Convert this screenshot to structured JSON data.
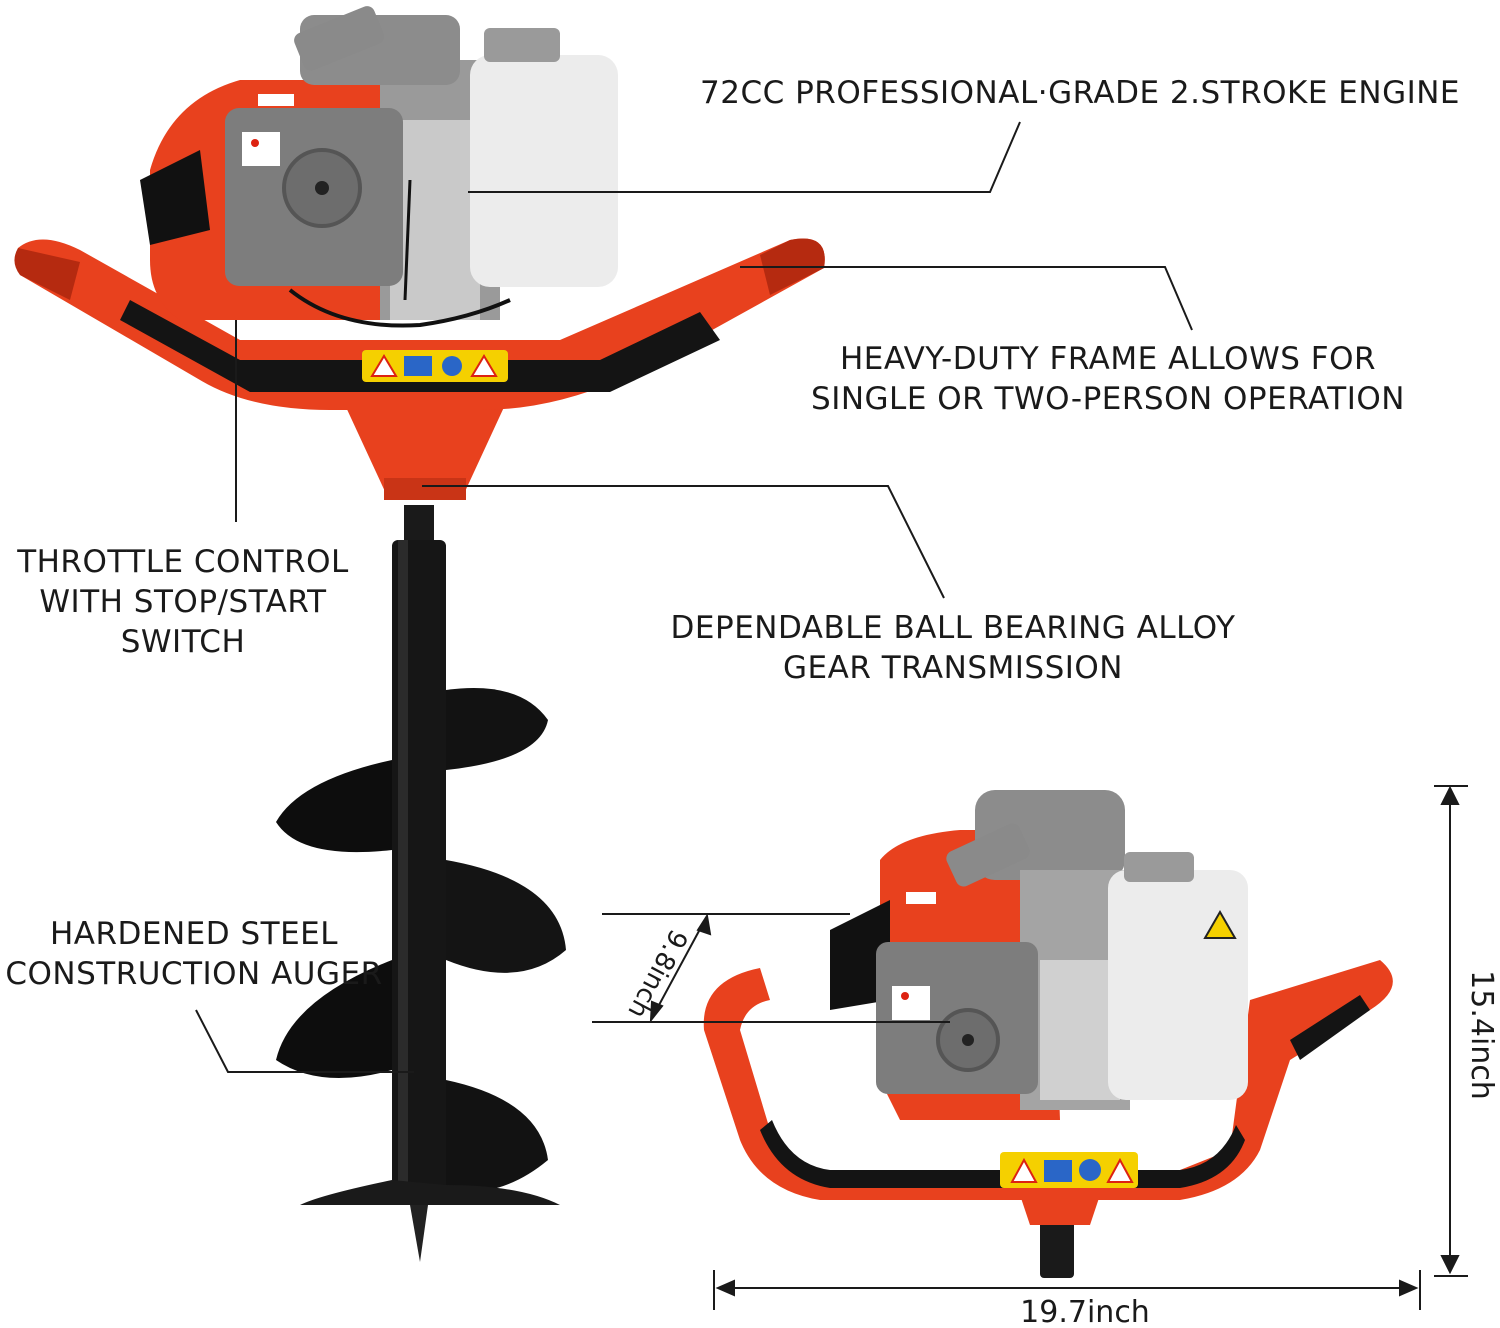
{
  "callouts": {
    "engine": "72CC PROFESSIONAL·GRADE 2.STROKE ENGINE",
    "frame": [
      "HEAVY-DUTY FRAME ALLOWS FOR",
      "SINGLE OR TWO-PERSON OPERATION"
    ],
    "throttle": [
      "THROTTLE CONTROL",
      "WITH STOP/START",
      "SWITCH"
    ],
    "transmission": [
      "DEPENDABLE BALL BEARING ALLOY",
      "GEAR TRANSMISSION"
    ],
    "auger": [
      "HARDENED STEEL",
      "CONSTRUCTION AUGER"
    ]
  },
  "dimensions": {
    "depth": "9.8inch",
    "height": "15.4inch",
    "width": "19.7inch"
  },
  "colors": {
    "body_orange": "#e8411e",
    "dark_orange": "#b52a10",
    "grey_housing": "#8a8a8a",
    "tank_white": "#ececec",
    "black": "#111111",
    "warning_yellow": "#f5d000"
  }
}
